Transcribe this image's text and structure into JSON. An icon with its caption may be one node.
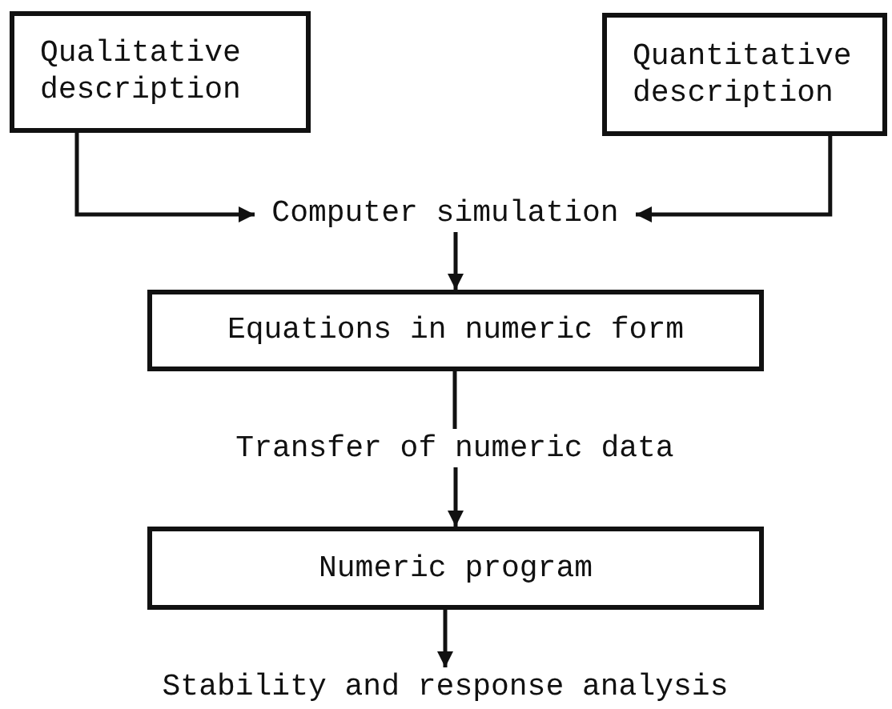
{
  "diagram": {
    "nodes": [
      {
        "text": [
          "Qualitative description"
        ]
      },
      {
        "text": [
          "Quantitative description"
        ]
      },
      {
        "text": [
          "Computer simulation"
        ]
      },
      {
        "text": [
          "Equations in numeric form"
        ]
      },
      {
        "text": [
          "Transfer of numeric data"
        ]
      },
      {
        "text": [
          "Numeric program"
        ]
      },
      {
        "text": [
          "Stability and response analysis"
        ]
      }
    ],
    "edges": [
      {
        "from": 0,
        "to": 2,
        "arrow": "to"
      },
      {
        "from": 1,
        "to": 2,
        "arrow": "to"
      },
      {
        "from": 2,
        "to": 3,
        "arrow": "to"
      },
      {
        "from": 3,
        "to": 4,
        "arrow": "none"
      },
      {
        "from": 4,
        "to": 5,
        "arrow": "to"
      },
      {
        "from": 5,
        "to": 6,
        "arrow": "to"
      }
    ]
  }
}
